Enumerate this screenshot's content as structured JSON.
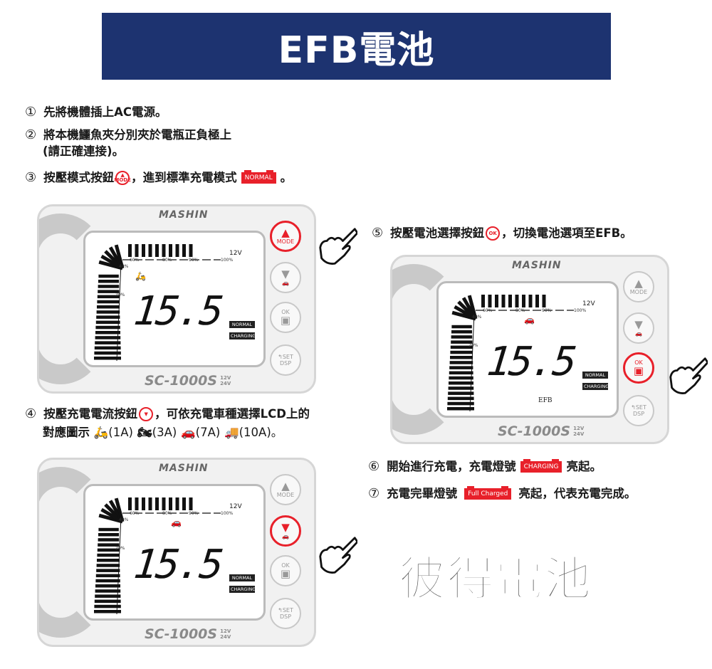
{
  "header": {
    "title": "EFB電池"
  },
  "steps": {
    "s1": {
      "num": "①",
      "text": "先將機體插上AC電源。"
    },
    "s2": {
      "num": "②",
      "text": "將本機鱷魚夾分別夾於電瓶正負極上",
      "text2": "(請正確連接)。"
    },
    "s3": {
      "num": "③",
      "text_a": "按壓模式按鈕",
      "btn": "MODE",
      "text_b": "，進到標準充電模式",
      "badge": "NORMAL",
      "text_c": "。"
    },
    "s4": {
      "num": "④",
      "text_a": "按壓充電電流按鈕",
      "text_b": "，可依充電車種選擇LCD上的",
      "text2_a": "對應圖示",
      "i1": "🛵",
      "l1": "(1A)",
      "i2": "🏍",
      "l2": "(3A)",
      "i3": "🚗",
      "l3": "(7A)",
      "i4": "🚚",
      "l4": "(10A)。"
    },
    "s5": {
      "num": "⑤",
      "text_a": "按壓電池選擇按鈕",
      "btn": "OK",
      "text_b": "，切換電池選項至EFB。"
    },
    "s6": {
      "num": "⑥",
      "text_a": "開始進行充電，充電燈號",
      "badge": "CHARGING",
      "text_b": "亮起。"
    },
    "s7": {
      "num": "⑦",
      "text_a": "充電完畢燈號",
      "badge": "Full Charged",
      "text_b": "亮起，代表充電完成。"
    }
  },
  "watermark": "彼得電池",
  "device_common": {
    "brand": "MASHIN",
    "model": "SC-1000S",
    "v12": "12V",
    "v24": "24V",
    "lcd_voltage_label": "12V",
    "reading": "15.5",
    "pct": [
      "60%",
      "80%",
      "90%",
      "100%",
      "40%",
      "20%"
    ],
    "normal": "NORMAL",
    "charging": "CHARGING",
    "mode": "MODE",
    "ok": "OK",
    "dsp": "DSP",
    "set": "SET"
  },
  "devices": [
    {
      "id": "device-step3",
      "vehicle": "🛵",
      "highlight": "mode",
      "efb": ""
    },
    {
      "id": "device-step5",
      "vehicle": "🚗",
      "highlight": "ok",
      "efb": "EFB"
    },
    {
      "id": "device-step4",
      "vehicle": "🚗",
      "highlight": "down",
      "efb": ""
    }
  ],
  "colors": {
    "header": "#1d3370",
    "accent": "#e8202a"
  }
}
